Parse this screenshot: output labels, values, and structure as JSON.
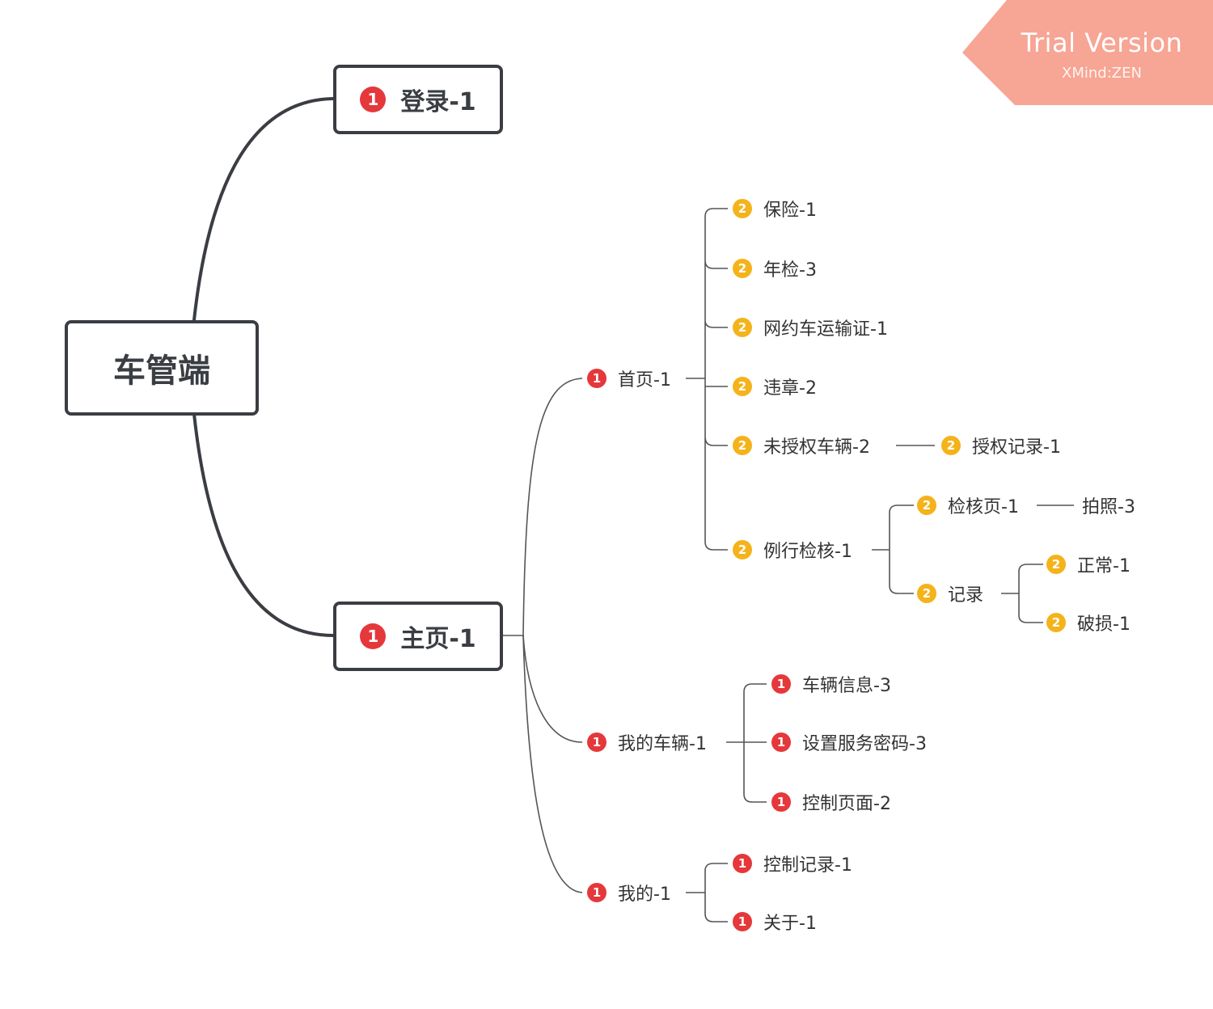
{
  "colors": {
    "priority1": "#e5383b",
    "priority2": "#f4b31b",
    "line": "#3a3d42",
    "watermark": "#f7a594"
  },
  "watermark": {
    "title": "Trial Version",
    "subtitle": "XMind:ZEN"
  },
  "root": {
    "label": "车管端"
  },
  "branches": {
    "login": {
      "priority": "1",
      "label": "登录-1"
    },
    "main": {
      "priority": "1",
      "label": "主页-1"
    }
  },
  "topics": {
    "home": {
      "priority": "1",
      "label": "首页-1"
    },
    "insurance": {
      "priority": "2",
      "label": "保险-1"
    },
    "annual": {
      "priority": "2",
      "label": "年检-3"
    },
    "permit": {
      "priority": "2",
      "label": "网约车运输证-1"
    },
    "violation": {
      "priority": "2",
      "label": "违章-2"
    },
    "unauth": {
      "priority": "2",
      "label": "未授权车辆-2"
    },
    "authrec": {
      "priority": "2",
      "label": "授权记录-1"
    },
    "routine": {
      "priority": "2",
      "label": "例行检核-1"
    },
    "checkpage": {
      "priority": "2",
      "label": "检核页-1"
    },
    "photo": {
      "label": "拍照-3"
    },
    "records": {
      "priority": "2",
      "label": "记录"
    },
    "normal": {
      "priority": "2",
      "label": "正常-1"
    },
    "damaged": {
      "priority": "2",
      "label": "破损-1"
    },
    "myvehicle": {
      "priority": "1",
      "label": "我的车辆-1"
    },
    "vinfo": {
      "priority": "1",
      "label": "车辆信息-3"
    },
    "svcpwd": {
      "priority": "1",
      "label": "设置服务密码-3"
    },
    "ctrlpage": {
      "priority": "1",
      "label": "控制页面-2"
    },
    "mine": {
      "priority": "1",
      "label": "我的-1"
    },
    "ctrlrec": {
      "priority": "1",
      "label": "控制记录-1"
    },
    "about": {
      "priority": "1",
      "label": "关于-1"
    }
  }
}
